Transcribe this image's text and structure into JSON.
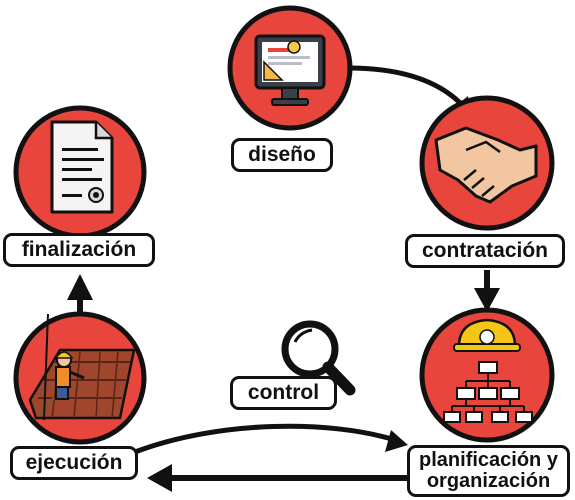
{
  "stages": {
    "diseno": "diseño",
    "contratacion": "contratación",
    "planificacion": [
      "planificación y",
      "organización"
    ],
    "ejecucion": "ejecución",
    "finalizacion": "finalización",
    "control": "control"
  },
  "icons": {
    "diseno": "monitor-design-icon",
    "contratacion": "handshake-icon",
    "planificacion": "hardhat-org-chart-icon",
    "ejecucion": "roofer-worker-icon",
    "finalizacion": "document-certificate-icon",
    "control": "magnifying-glass-icon"
  },
  "colors": {
    "circle_fill": "#e8463c",
    "outline": "#111111",
    "label_bg": "#ffffff"
  }
}
